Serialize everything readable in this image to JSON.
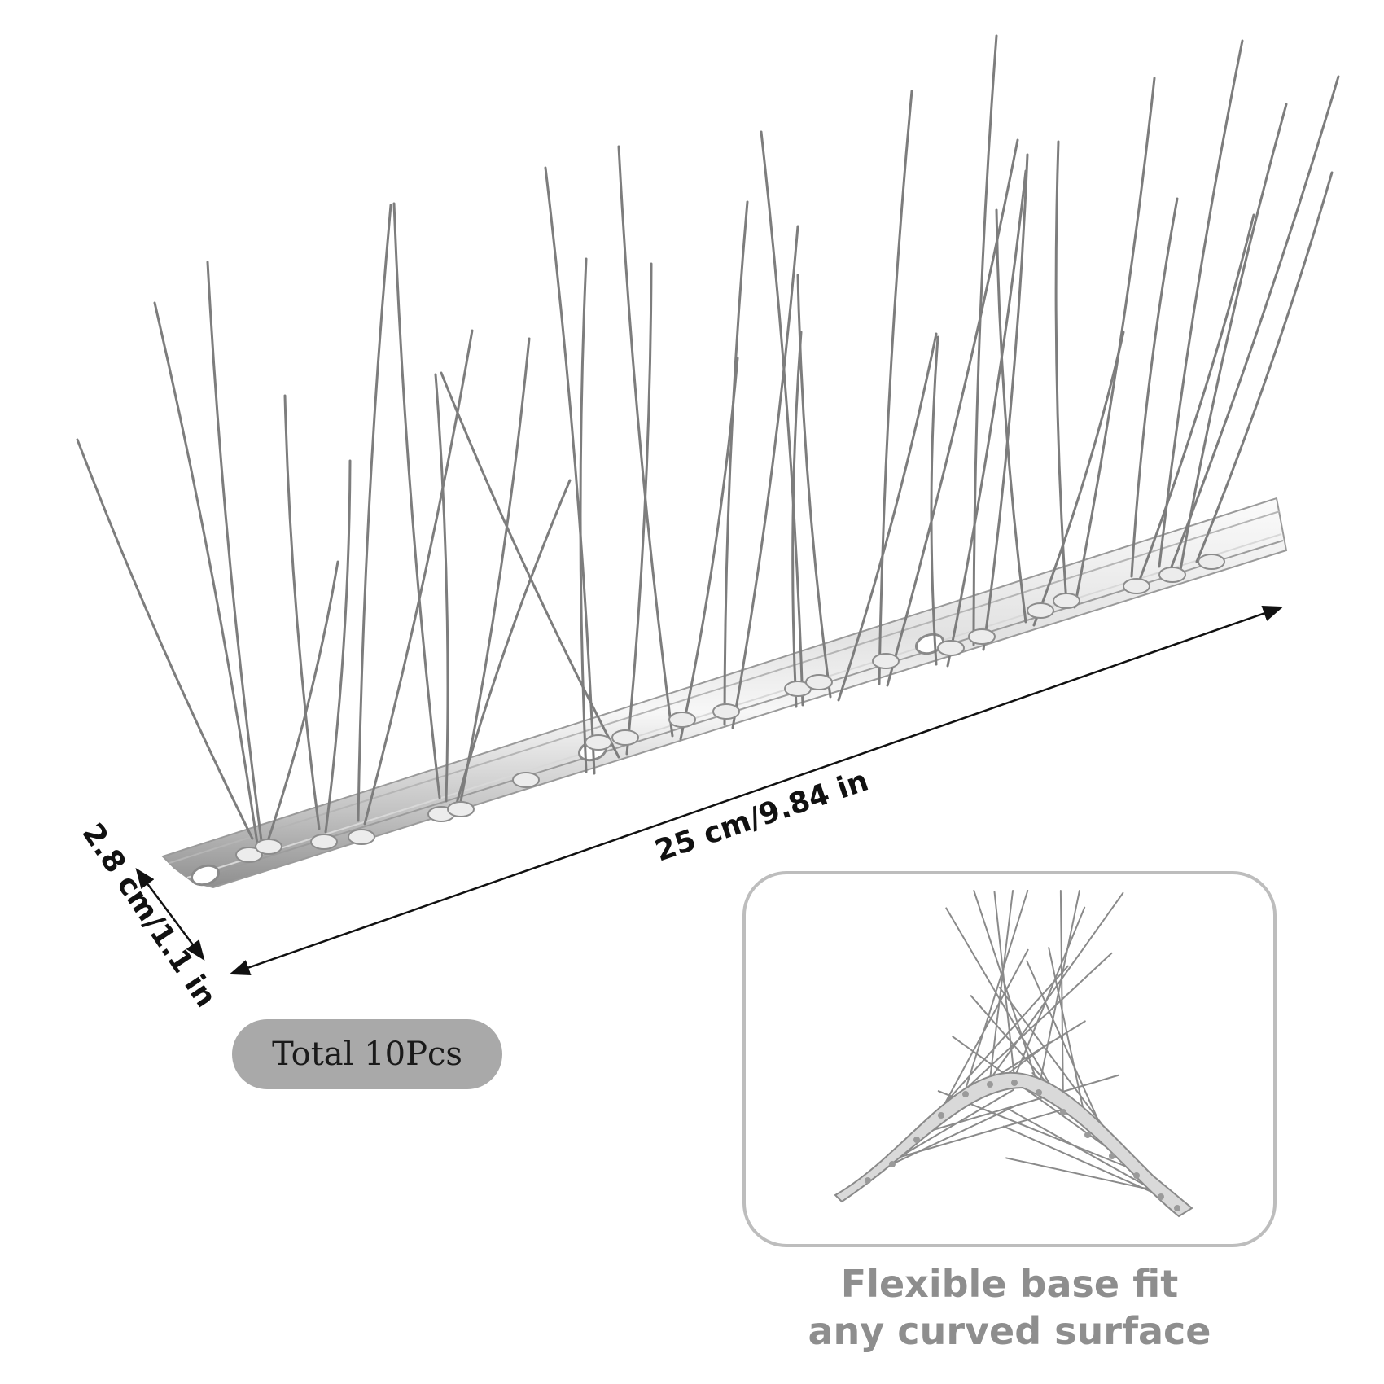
{
  "product_image": {
    "length_label": "25 cm/9.84 in",
    "width_label": "2.8 cm/1.1 in"
  },
  "badge": {
    "text": "Total 10Pcs",
    "background": "#a9a9a9"
  },
  "inset": {
    "caption_line1": "Flexible base fit",
    "caption_line2": "any curved surface",
    "caption_color": "#8e8e8e",
    "border_color": "#bdbdbd"
  },
  "colors": {
    "metal_light": "#f4f4f4",
    "metal_mid": "#c9c9c9",
    "metal_dark": "#8a8a8a",
    "spike": "#7d7d7d"
  }
}
